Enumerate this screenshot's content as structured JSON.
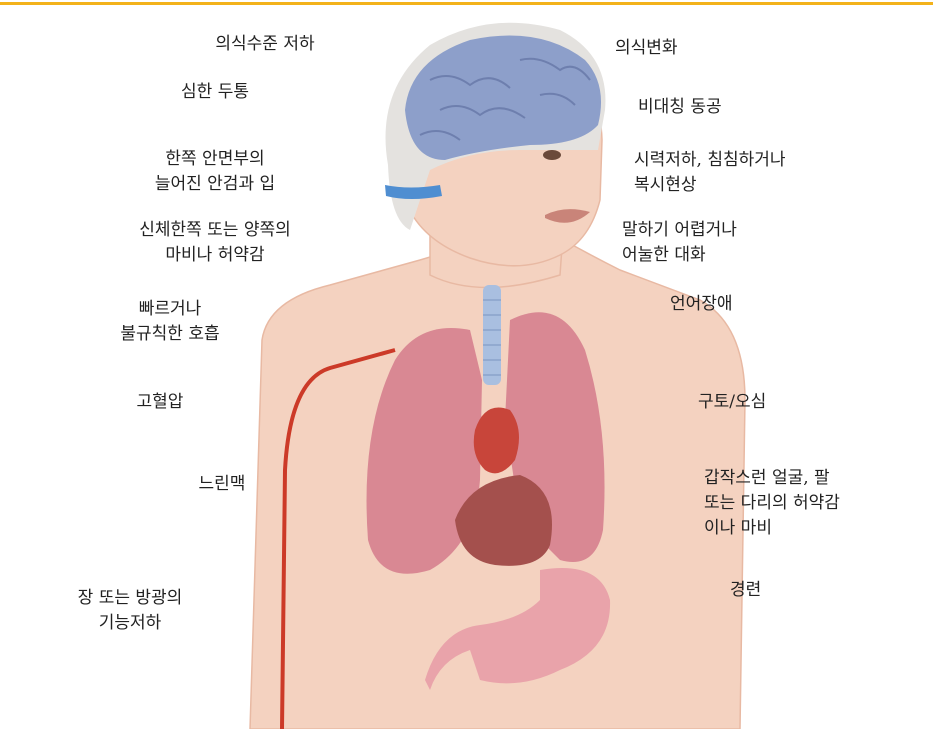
{
  "colors": {
    "top_rule": "#f3b21b",
    "skin": "#f4d2c0",
    "skin_shadow": "#e8b9a3",
    "hair": "#e4e2df",
    "brain": "#8d9fca",
    "headband": "#4f8ed1",
    "lung": "#d98893",
    "heart": "#c8453a",
    "liver": "#a4504d",
    "trachea": "#a9bfe0",
    "stomach": "#e9a3aa",
    "artery": "#cc3a28",
    "text": "#222222"
  },
  "labels_left": [
    {
      "lines": [
        "의식수준 저하"
      ]
    },
    {
      "lines": [
        "심한 두통"
      ]
    },
    {
      "lines": [
        "한쪽 안면부의",
        "늘어진 안검과 입"
      ]
    },
    {
      "lines": [
        "신체한쪽 또는 양쪽의",
        "마비나 허약감"
      ]
    },
    {
      "lines": [
        "빠르거나",
        "불규칙한 호흡"
      ]
    },
    {
      "lines": [
        "고혈압"
      ]
    },
    {
      "lines": [
        "느린맥"
      ]
    },
    {
      "lines": [
        "장 또는 방광의",
        "기능저하"
      ]
    }
  ],
  "labels_right": [
    {
      "lines": [
        "의식변화"
      ]
    },
    {
      "lines": [
        "비대칭 동공"
      ]
    },
    {
      "lines": [
        "시력저하, 침침하거나",
        "복시현상"
      ]
    },
    {
      "lines": [
        "말하기 어렵거나",
        "어눌한 대화"
      ]
    },
    {
      "lines": [
        "언어장애"
      ]
    },
    {
      "lines": [
        "구토/오심"
      ]
    },
    {
      "lines": [
        "갑작스런 얼굴, 팔",
        "또는 다리의 허약감",
        "이나 마비"
      ]
    },
    {
      "lines": [
        "경련"
      ]
    }
  ]
}
